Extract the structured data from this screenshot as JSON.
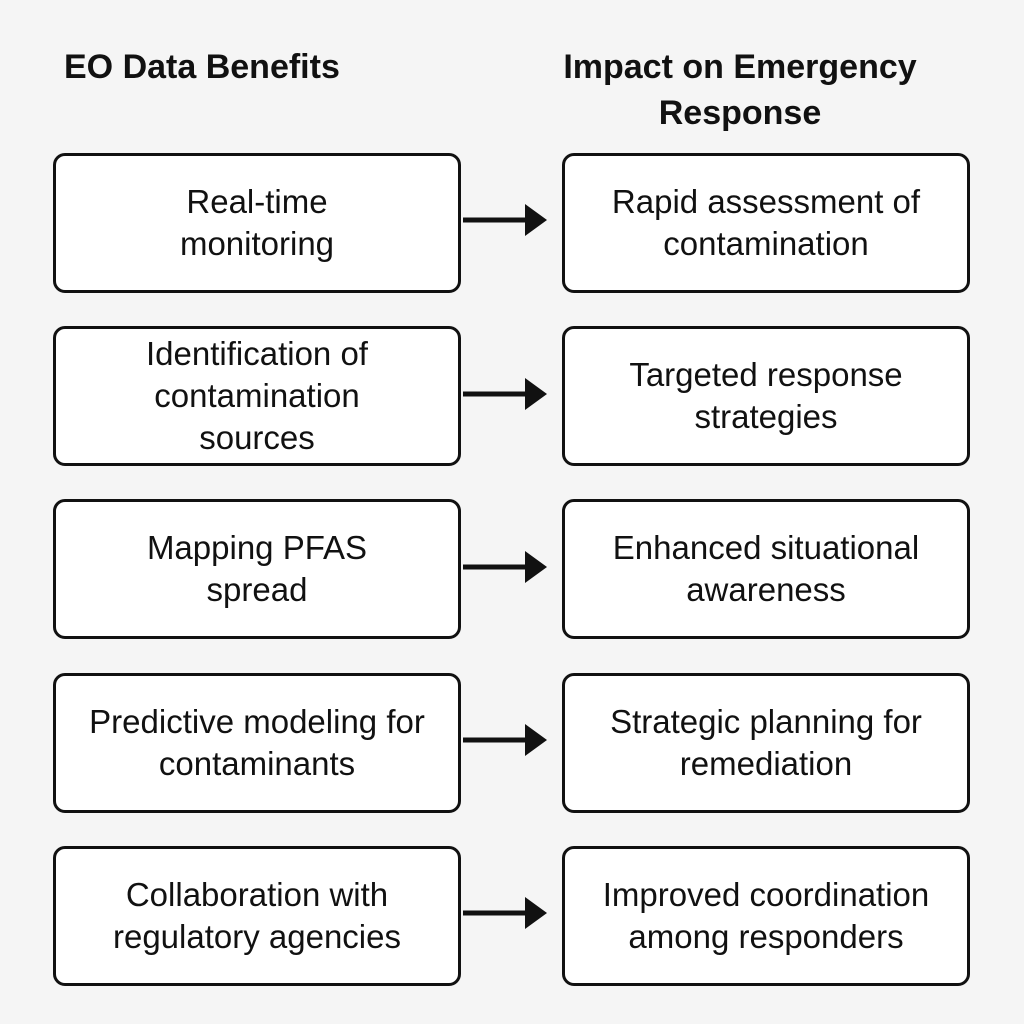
{
  "headers": {
    "left": "EO Data Benefits",
    "right": "Impact on Emergency Response"
  },
  "rows": [
    {
      "benefit": "Real-time monitoring",
      "impact": "Rapid assessment of contamination"
    },
    {
      "benefit": "Identification of contamination sources",
      "impact": "Targeted response strategies"
    },
    {
      "benefit": "Mapping PFAS spread",
      "impact": "Enhanced situational awareness"
    },
    {
      "benefit": "Predictive modeling for contaminants",
      "impact": "Strategic planning for remediation"
    },
    {
      "benefit": "Collaboration with regulatory agencies",
      "impact": "Improved coordination among responders"
    }
  ],
  "colors": {
    "stroke": "#111111",
    "box_fill": "#ffffff",
    "background": "#f5f5f5"
  }
}
